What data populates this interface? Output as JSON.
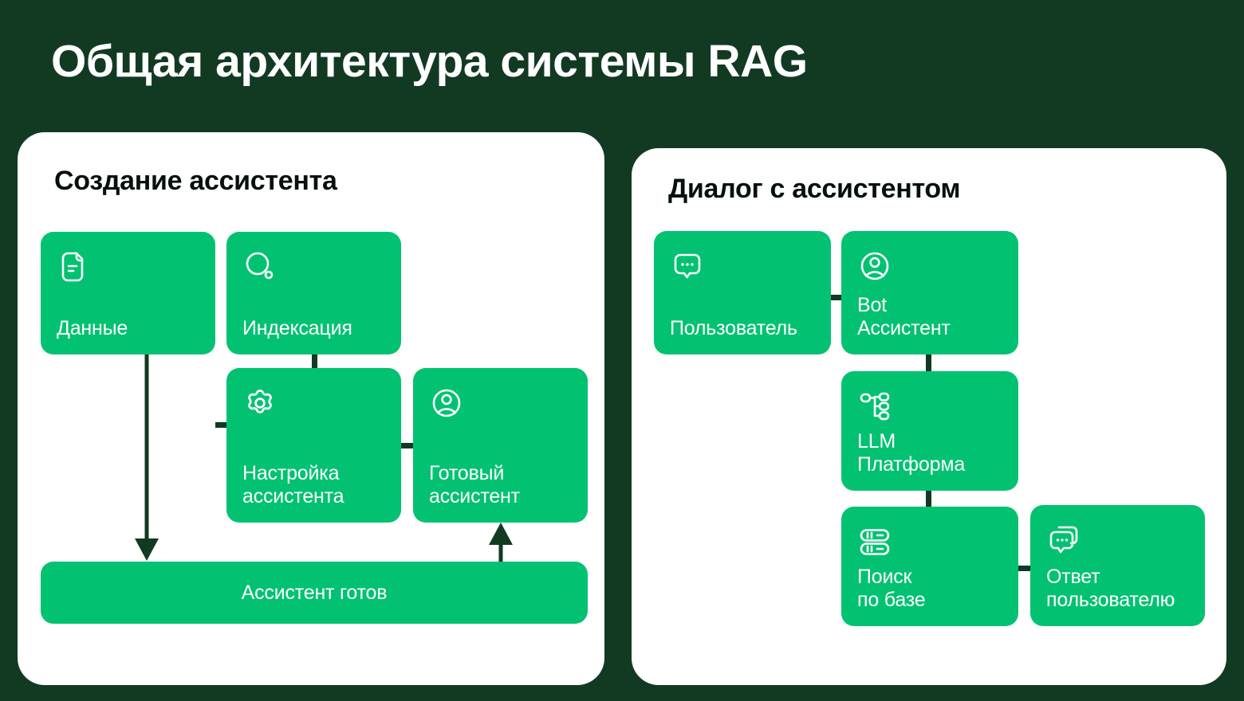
{
  "slide": {
    "title": "Общая архитектура системы RAG",
    "background_color": "#123a22",
    "panel_color": "#ffffff",
    "card_color": "#02c271",
    "connector_color": "#123a22",
    "text_on_card_color": "#ffffff"
  },
  "left_panel": {
    "title": "Создание ассистента",
    "cards": [
      {
        "id": "data",
        "label": "Данные",
        "icon": "document-icon"
      },
      {
        "id": "indexing",
        "label": "Индексация",
        "icon": "search-circle-icon"
      },
      {
        "id": "assistant-setup",
        "label": "Настройка\nассистента",
        "icon": "gear-icon"
      },
      {
        "id": "ready-assistant",
        "label": "Готовый\nассистент",
        "icon": "user-avatar-icon"
      }
    ],
    "bar": {
      "id": "assistant-ready",
      "label": "Ассистент готов"
    }
  },
  "right_panel": {
    "title": "Диалог с ассистентом",
    "cards": [
      {
        "id": "user",
        "label": "Пользователь",
        "icon": "chat-bubble-dots-icon"
      },
      {
        "id": "bot-assistant",
        "label": "Bot\nАссистент",
        "icon": "user-avatar-icon"
      },
      {
        "id": "llm-platform",
        "label": "LLM\nПлатформа",
        "icon": "hierarchy-tree-icon"
      },
      {
        "id": "db-search",
        "label": "Поиск\nпо базе",
        "icon": "database-server-icon"
      },
      {
        "id": "user-answer",
        "label": "Ответ\nпользователю",
        "icon": "chat-bubbles-double-icon"
      }
    ]
  }
}
